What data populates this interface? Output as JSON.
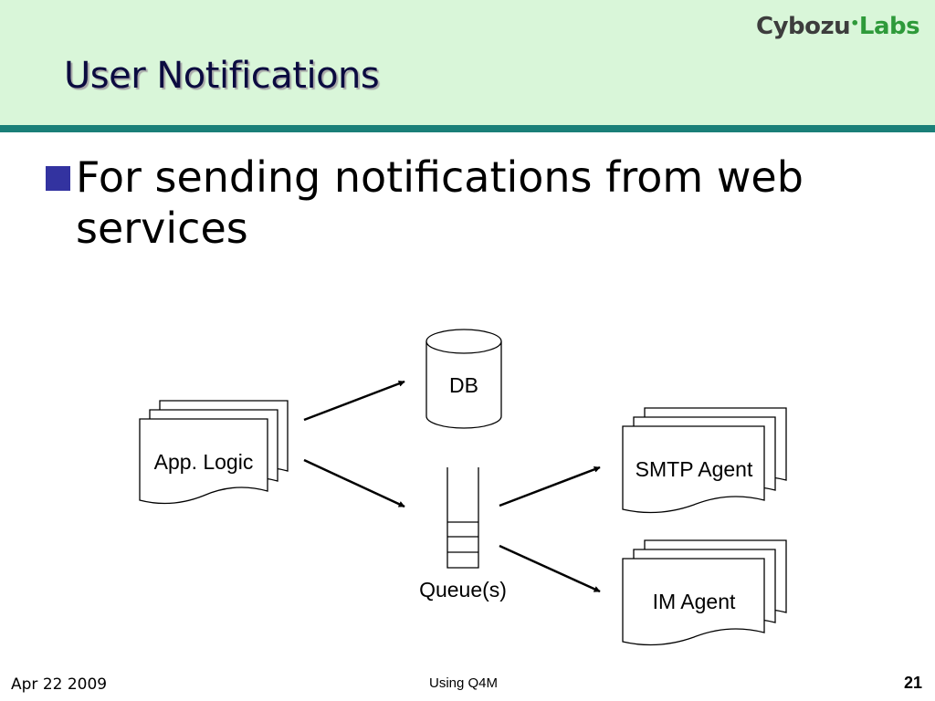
{
  "header": {
    "title": "User Notifications",
    "logo": {
      "part1": "Cybozu",
      "part2": "Labs",
      "dot": "•"
    },
    "colors": {
      "background": "#d9f6d9",
      "rule": "#1a7f78",
      "logo_gray": "#3d3d3d",
      "logo_green": "#2e9a3a"
    }
  },
  "bullet": {
    "marker": "square-bullet",
    "text": "For sending notifications from web services"
  },
  "diagram": {
    "nodes": {
      "app_logic": "App. Logic",
      "db": "DB",
      "queue": "Queue(s)",
      "smtp_agent": "SMTP Agent",
      "im_agent": "IM Agent"
    }
  },
  "footer": {
    "date": "Apr 22 2009",
    "center": "Using Q4M",
    "page": "21"
  }
}
